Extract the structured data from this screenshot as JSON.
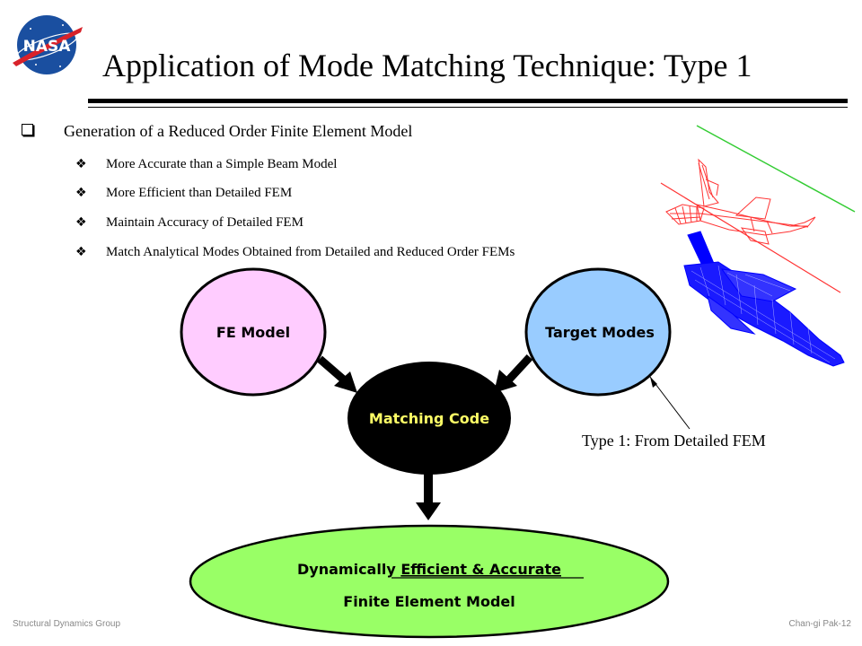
{
  "logo": {
    "text": "NASA"
  },
  "title": "Application of Mode Matching Technique: Type 1",
  "bullets": {
    "main": "Generation of a Reduced Order Finite Element Model",
    "subs": [
      "More Accurate than a Simple Beam Model",
      "More Efficient than Detailed FEM",
      "Maintain Accuracy of Detailed FEM",
      "Match Analytical Modes Obtained from Detailed and Reduced Order FEMs"
    ]
  },
  "diagram": {
    "fe_model": "FE Model",
    "target_modes": "Target Modes",
    "matching_code": "Matching Code",
    "result_line1_prefix": "Dynamically ",
    "result_line1_underlined": "Efficient & Accurate",
    "result_line2": "Finite Element Model",
    "type_note": "Type 1: From Detailed FEM"
  },
  "colors": {
    "fe_model_fill": "#ffccff",
    "target_modes_fill": "#99ccff",
    "matching_code_fill": "#000000",
    "matching_code_text": "#ffff66",
    "result_fill": "#99ff66",
    "red_model": "#ff3333",
    "blue_model": "#0000ff",
    "green_line": "#33cc33"
  },
  "footer": {
    "left": "Structural Dynamics Group",
    "right": "Chan-gi Pak-12"
  }
}
